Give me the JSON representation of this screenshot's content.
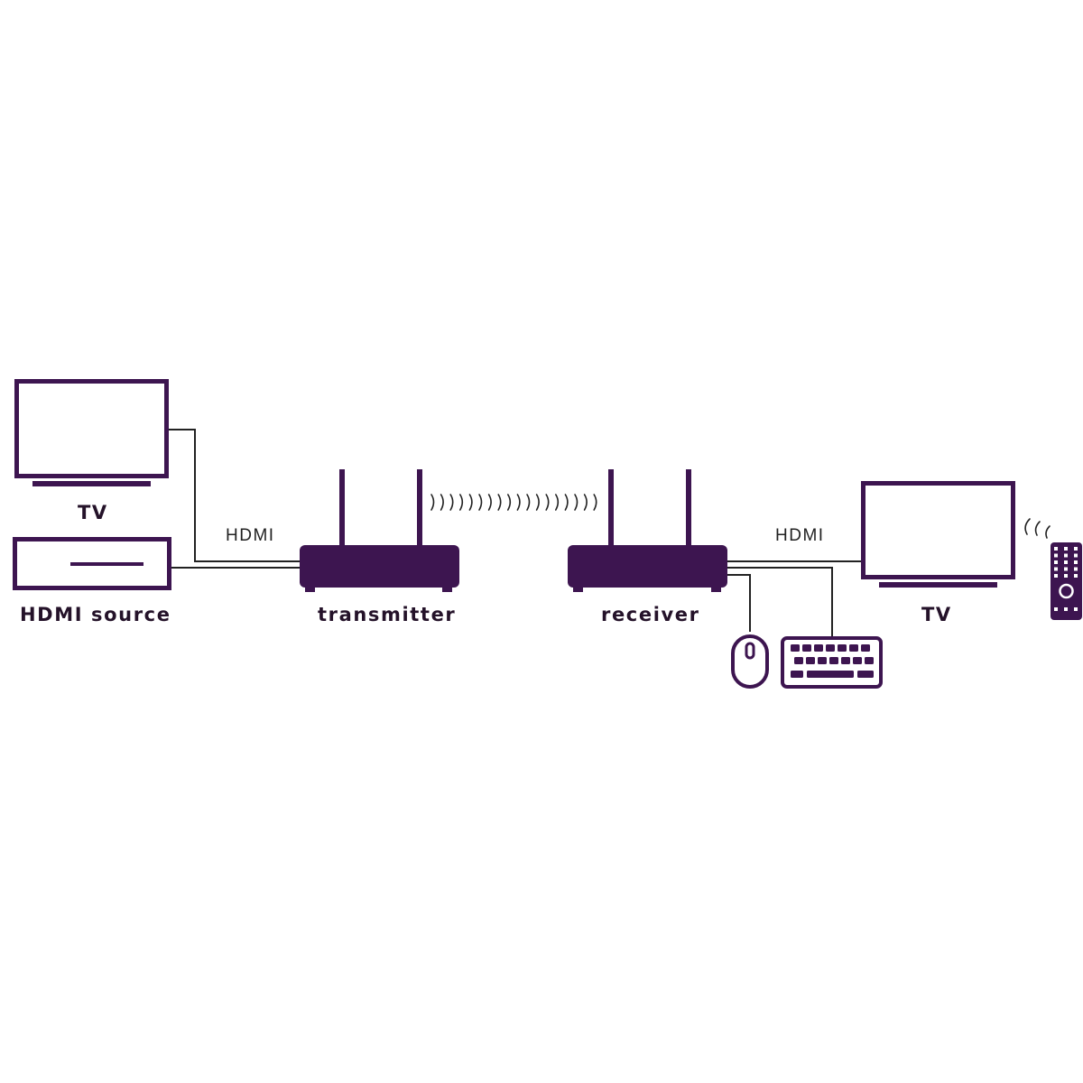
{
  "colors": {
    "device": "#3d1550",
    "cable": "#222222",
    "text": "#241229",
    "background": "#ffffff"
  },
  "labels": {
    "tv_left": "TV",
    "hdmi_source": "HDMI source",
    "transmitter": "transmitter",
    "receiver": "receiver",
    "tv_right": "TV",
    "hdmi_left": "HDMI",
    "hdmi_right": "HDMI"
  },
  "icons": {
    "tv_left": "tv-icon",
    "hdmi_source": "hdmi-source-box-icon",
    "transmitter": "wireless-transmitter-icon",
    "receiver": "wireless-receiver-icon",
    "tv_right": "tv-icon",
    "mouse": "mouse-icon",
    "keyboard": "keyboard-icon",
    "remote": "remote-control-icon",
    "wireless_link": "wireless-signal-waves",
    "ir_signal": "ir-signal-waves"
  }
}
